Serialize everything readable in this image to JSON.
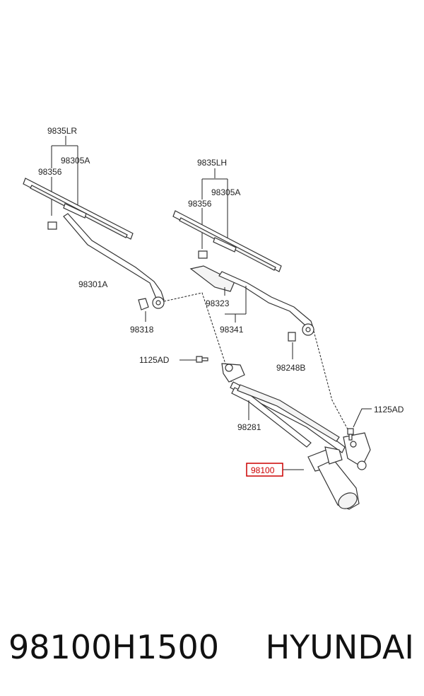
{
  "diagram": {
    "labels": {
      "wiper_blade_lr": "9835LR",
      "refill_lr": "98305A",
      "clip_lr": "98356",
      "arm_lr": "98301A",
      "cap_lr": "98318",
      "wiper_blade_lh": "9835LH",
      "refill_lh": "98305A",
      "clip_lh": "98356",
      "cover": "98323",
      "arm_lh": "98341",
      "cap_lh": "98248B",
      "bolt_left": "1125AD",
      "linkage": "98281",
      "bolt_right": "1125AD",
      "motor": "98100"
    },
    "highlight_color": "#cc0000"
  },
  "footer": {
    "part_number": "98100H1500",
    "brand": "HYUNDAI"
  }
}
